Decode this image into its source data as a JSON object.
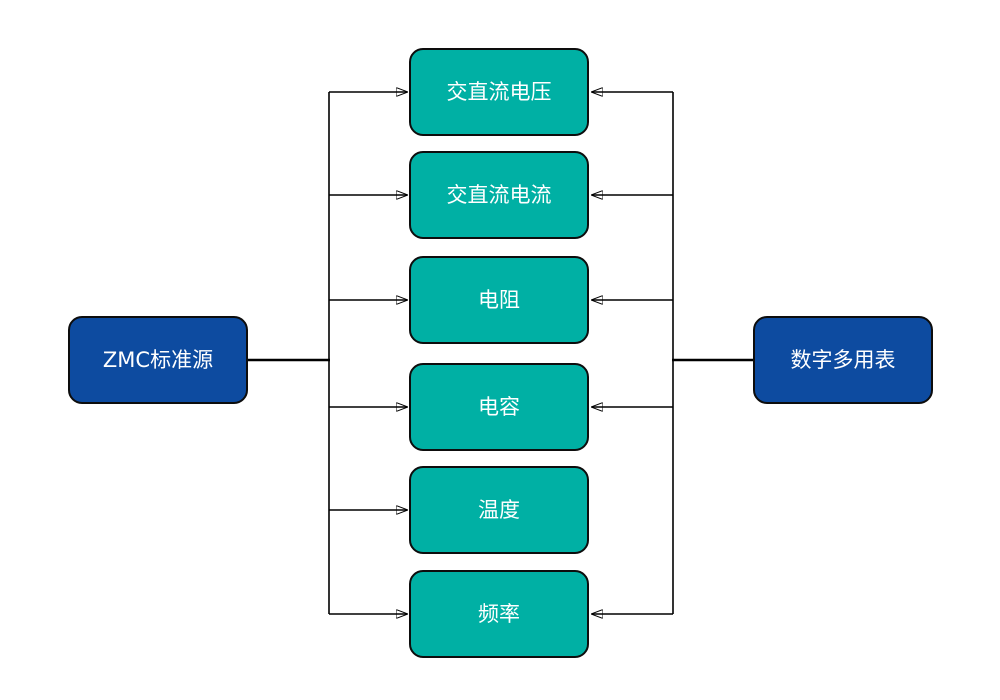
{
  "diagram": {
    "source": {
      "label": "ZMC标准源"
    },
    "target": {
      "label": "数字多用表"
    },
    "items": [
      {
        "label": "交直流电压"
      },
      {
        "label": "交直流电流"
      },
      {
        "label": "电阻"
      },
      {
        "label": "电容"
      },
      {
        "label": "温度"
      },
      {
        "label": "频率"
      }
    ],
    "edges": {
      "source_to_items": [
        "交直流电压",
        "交直流电流",
        "电阻",
        "电容",
        "温度",
        "频率"
      ],
      "target_to_items": [
        "交直流电压",
        "交直流电流",
        "电阻",
        "电容",
        "频率"
      ]
    }
  },
  "colors": {
    "item-fill": "#00b0a4",
    "endpoint-fill": "#0d4ba0",
    "node-border": "#0d0d0d",
    "node-text": "#ffffff",
    "connector": "#000000",
    "canvas-bg": "#ffffff"
  }
}
